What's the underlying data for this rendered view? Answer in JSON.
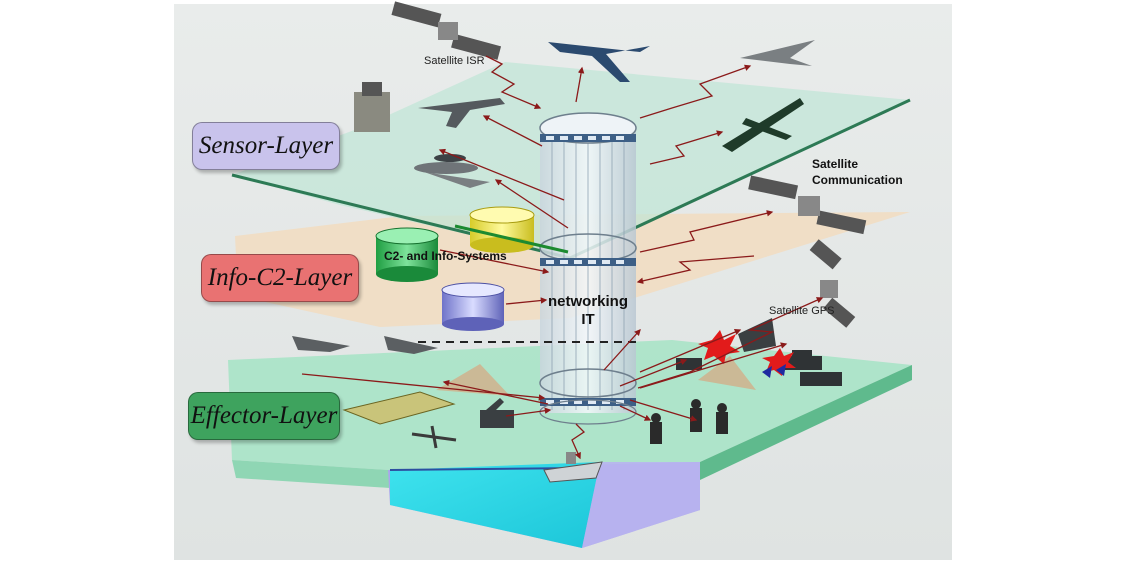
{
  "layers": {
    "sensor": "Sensor-Layer",
    "info": "Info-C2-Layer",
    "effector": "Effector-Layer"
  },
  "labels": {
    "satellite_isr": "Satellite ISR",
    "satellite_comm_1": "Satellite",
    "satellite_comm_2": "Communication",
    "satellite_gps": "Satellite GPS",
    "c2_systems": "C2- and Info-Systems",
    "networking_1": "networking",
    "networking_2": "IT"
  },
  "colors": {
    "sensor_label": "#c9c3ec",
    "info_label": "#e97272",
    "effector_label": "#3ea35e",
    "sensor_plane": "#bfe3d6",
    "info_plane": "#f3dfc2",
    "effector_plane": "#a8e2c8",
    "water": "#2fd9e8",
    "link": "#8b1a1a"
  }
}
